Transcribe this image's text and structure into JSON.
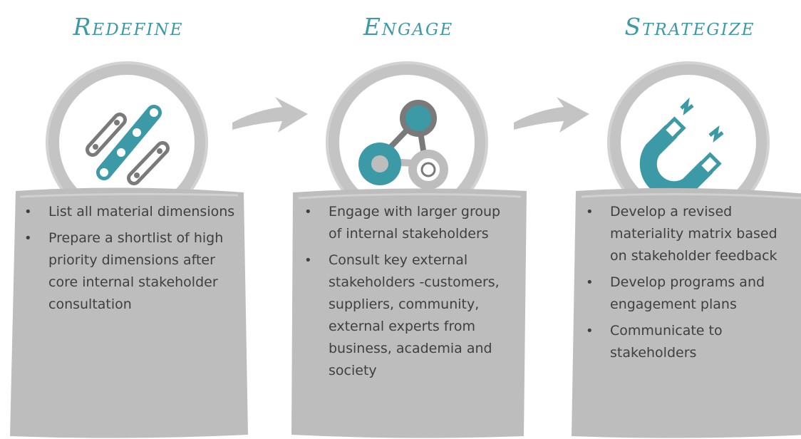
{
  "colors": {
    "accent": "#3b9aa6",
    "panel_grey": "#bdbdbd",
    "dark_grey": "#7a7a7a",
    "text": "#3f3f3f"
  },
  "stages": [
    {
      "title": "Redefine",
      "icon": "chain-links-icon",
      "bullets": [
        "List all material dimensions",
        "Prepare a shortlist of high priority dimensions after core internal stakeholder consultation"
      ]
    },
    {
      "title": "Engage",
      "icon": "network-nodes-icon",
      "bullets": [
        "Engage with larger group of internal stakeholders",
        "Consult key external stakeholders -customers, suppliers, community, external experts from business, academia and society"
      ]
    },
    {
      "title": "Strategize",
      "icon": "magnet-icon",
      "bullets": [
        "Develop a revised materiality matrix based on stakeholder feedback",
        "Develop programs and engagement plans",
        "Communicate to stakeholders"
      ]
    }
  ],
  "connectors": [
    "arrow-right-icon",
    "arrow-right-icon"
  ]
}
